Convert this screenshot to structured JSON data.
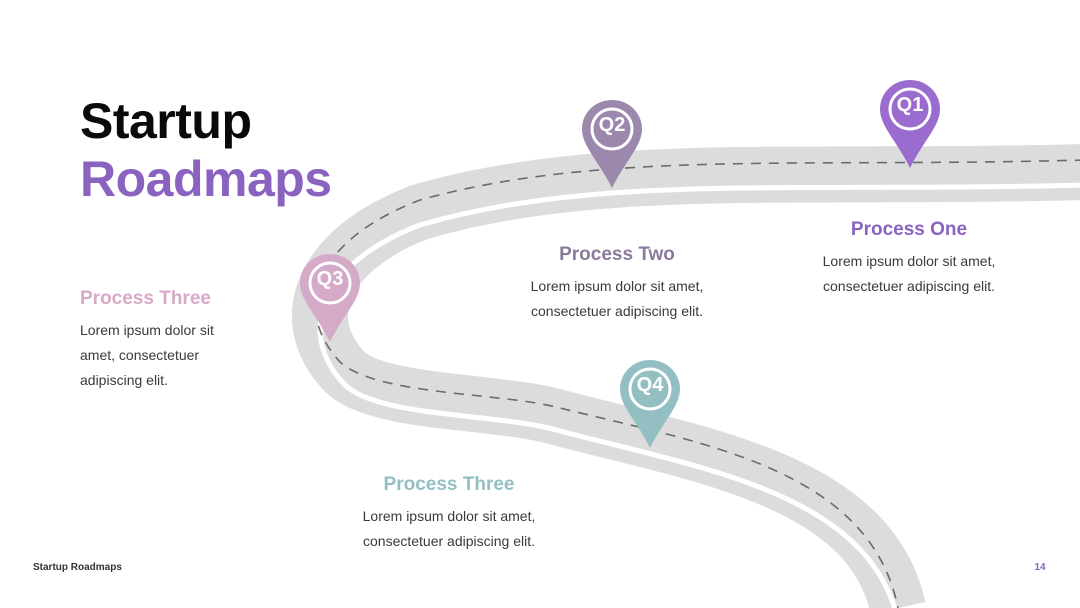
{
  "title": {
    "line1": "Startup",
    "line2": "Roadmaps"
  },
  "pins": [
    {
      "label": "Q1",
      "color": "#9b6ccf"
    },
    {
      "label": "Q2",
      "color": "#9d88ad"
    },
    {
      "label": "Q3",
      "color": "#d5a9c8"
    },
    {
      "label": "Q4",
      "color": "#93bfc3"
    }
  ],
  "processes": [
    {
      "title": "Process One",
      "color": "#8a63c0",
      "lines": [
        "Lorem ipsum dolor sit amet,",
        "consectetuer adipiscing elit."
      ]
    },
    {
      "title": "Process Two",
      "color": "#8b7a9c",
      "lines": [
        "Lorem ipsum dolor sit amet,",
        "consectetuer adipiscing elit."
      ]
    },
    {
      "title": "Process Three",
      "color": "#d8a9c8",
      "lines": [
        "Lorem ipsum dolor sit",
        "amet, consectetuer",
        "adipiscing elit."
      ]
    },
    {
      "title": "Process Three",
      "color": "#93bfc3",
      "lines": [
        "Lorem ipsum dolor sit amet,",
        "consectetuer adipiscing elit."
      ]
    }
  ],
  "footer": {
    "left": "Startup Roadmaps",
    "page": "14"
  },
  "colors": {
    "road": "#dcdcdc",
    "road_dash": "#6b6b6b",
    "accent": "#8a63c0"
  }
}
